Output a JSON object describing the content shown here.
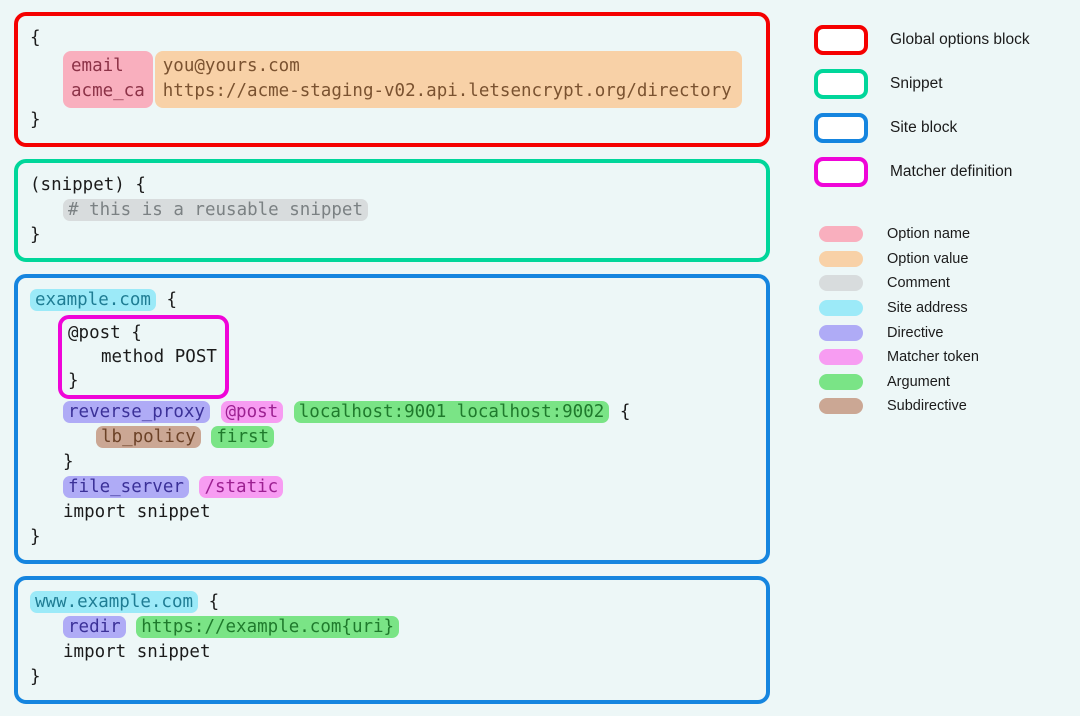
{
  "blocks": {
    "global": {
      "open_brace": "{",
      "close_brace": "}",
      "option_names": "email\nacme_ca",
      "option_values": "you@yours.com\nhttps://acme-staging-v02.api.letsencrypt.org/directory"
    },
    "snippet": {
      "header": "(snippet) {",
      "comment": "# this is a reusable snippet",
      "close_brace": "}"
    },
    "site_example": {
      "address": "example.com",
      "open_brace": "{",
      "matcher_open": "@post {",
      "matcher_body": "method POST",
      "matcher_close": "}",
      "directive_reverse_proxy": "reverse_proxy",
      "matcher_token": "@post",
      "upstreams": "localhost:9001 localhost:9002",
      "brace_open": "{",
      "subdirective": "lb_policy",
      "subdirective_arg": "first",
      "inner_close": "}",
      "directive_file_server": "file_server",
      "file_server_arg": "/static",
      "import_line": "import snippet",
      "close_brace": "}"
    },
    "site_www": {
      "address": "www.example.com",
      "open_brace": "{",
      "directive_redir": "redir",
      "redir_arg": "https://example.com{uri}",
      "import_line": "import snippet",
      "close_brace": "}"
    }
  },
  "legend": {
    "outlines": [
      {
        "label": "Global options block",
        "color": "#f50000"
      },
      {
        "label": "Snippet",
        "color": "#00d69a"
      },
      {
        "label": "Site block",
        "color": "#1585df"
      },
      {
        "label": "Matcher definition",
        "color": "#ef05d8"
      }
    ],
    "swatches": [
      {
        "label": "Option name",
        "color": "#f9afbe"
      },
      {
        "label": "Option value",
        "color": "#f8d1a7"
      },
      {
        "label": "Comment",
        "color": "#d8dcdd"
      },
      {
        "label": "Site address",
        "color": "#9ceaf8"
      },
      {
        "label": "Directive",
        "color": "#afabf6"
      },
      {
        "label": "Matcher token",
        "color": "#f79cf2"
      },
      {
        "label": "Argument",
        "color": "#7ae486"
      },
      {
        "label": "Subdirective",
        "color": "#cba794"
      }
    ]
  }
}
